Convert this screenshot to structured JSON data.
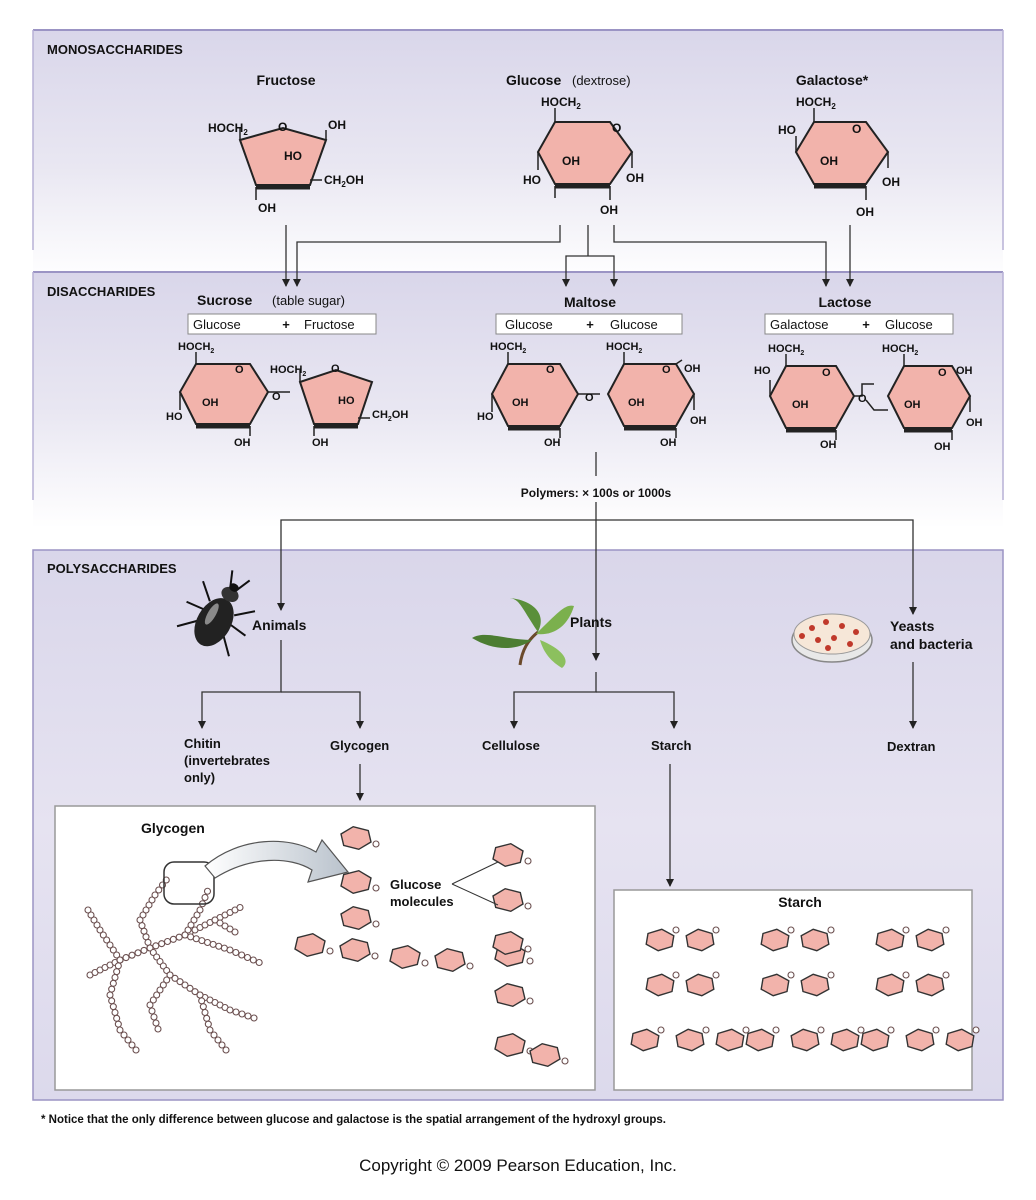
{
  "sections": {
    "mono": "MONOSACCHARIDES",
    "di": "DISACCHARIDES",
    "poly": "POLYSACCHARIDES"
  },
  "mono": {
    "fructose": "Fructose",
    "glucose": "Glucose",
    "glucose_note": "(dextrose)",
    "galactose": "Galactose*"
  },
  "di": {
    "sucrose": "Sucrose",
    "sucrose_note": "(table sugar)",
    "sucrose_parts": [
      "Glucose",
      "+",
      "Fructose"
    ],
    "maltose": "Maltose",
    "maltose_parts": [
      "Glucose",
      "+",
      "Glucose"
    ],
    "lactose": "Lactose",
    "lactose_parts": [
      "Galactose",
      "+",
      "Glucose"
    ]
  },
  "polymers_label": "Polymers: × 100s or 1000s",
  "poly": {
    "animals": "Animals",
    "plants": "Plants",
    "yeasts": [
      "Yeasts",
      "and bacteria"
    ],
    "chitin": [
      "Chitin",
      "(invertebrates",
      "only)"
    ],
    "glycogen": "Glycogen",
    "cellulose": "Cellulose",
    "starch": "Starch",
    "dextran": "Dextran"
  },
  "boxes": {
    "glycogen_title": "Glycogen",
    "glucose_molecules": [
      "Glucose",
      "molecules"
    ],
    "starch_title": "Starch"
  },
  "chem": {
    "hoch2": "HOCH",
    "ch2oh": "CH",
    "oh": "OH",
    "ho": "HO",
    "o": "O",
    "sub2": "2"
  },
  "footnote": "* Notice that the only difference between glucose and galactose is the spatial arrangement of the hydroxyl groups.",
  "copyright": "Copyright © 2009 Pearson Education, Inc."
}
